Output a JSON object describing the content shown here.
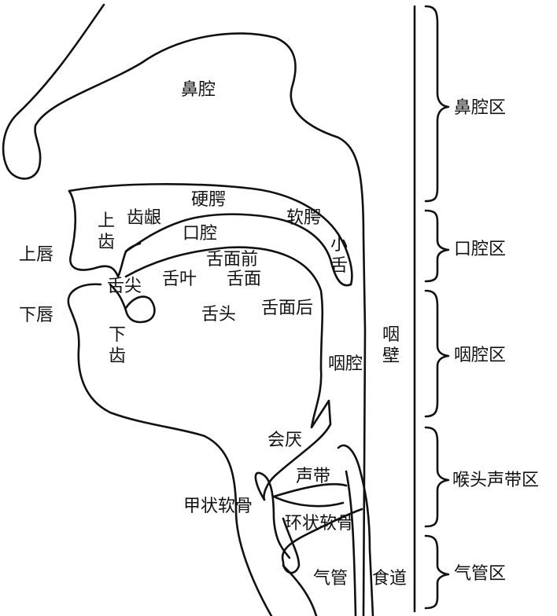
{
  "labels": {
    "nasal_cavity": "鼻腔",
    "hard_palate": "硬腭",
    "alveolar_ridge": "齿龈",
    "upper_teeth": "上齿",
    "soft_palate": "软腭",
    "uvula": "小舌",
    "oral_cavity": "口腔",
    "upper_lip": "上唇",
    "tongue_front": "舌面前",
    "tongue_tip": "舌尖",
    "tongue_blade": "舌叶",
    "tongue_surface": "舌面",
    "lower_lip": "下唇",
    "tongue_body": "舌头",
    "tongue_back": "舌面后",
    "lower_teeth": "下齿",
    "pharyngeal_wall": "咽壁",
    "pharynx": "咽腔",
    "epiglottis": "会厌",
    "vocal_cords": "声带",
    "thyroid_cartilage": "甲状软骨",
    "cricoid_cartilage": "环状软骨",
    "trachea": "气管",
    "esophagus": "食道"
  },
  "regions": {
    "nasal": "鼻腔区",
    "oral": "口腔区",
    "pharyngeal": "咽腔区",
    "larynx": "喉头声带区",
    "trachea": "气管区"
  }
}
